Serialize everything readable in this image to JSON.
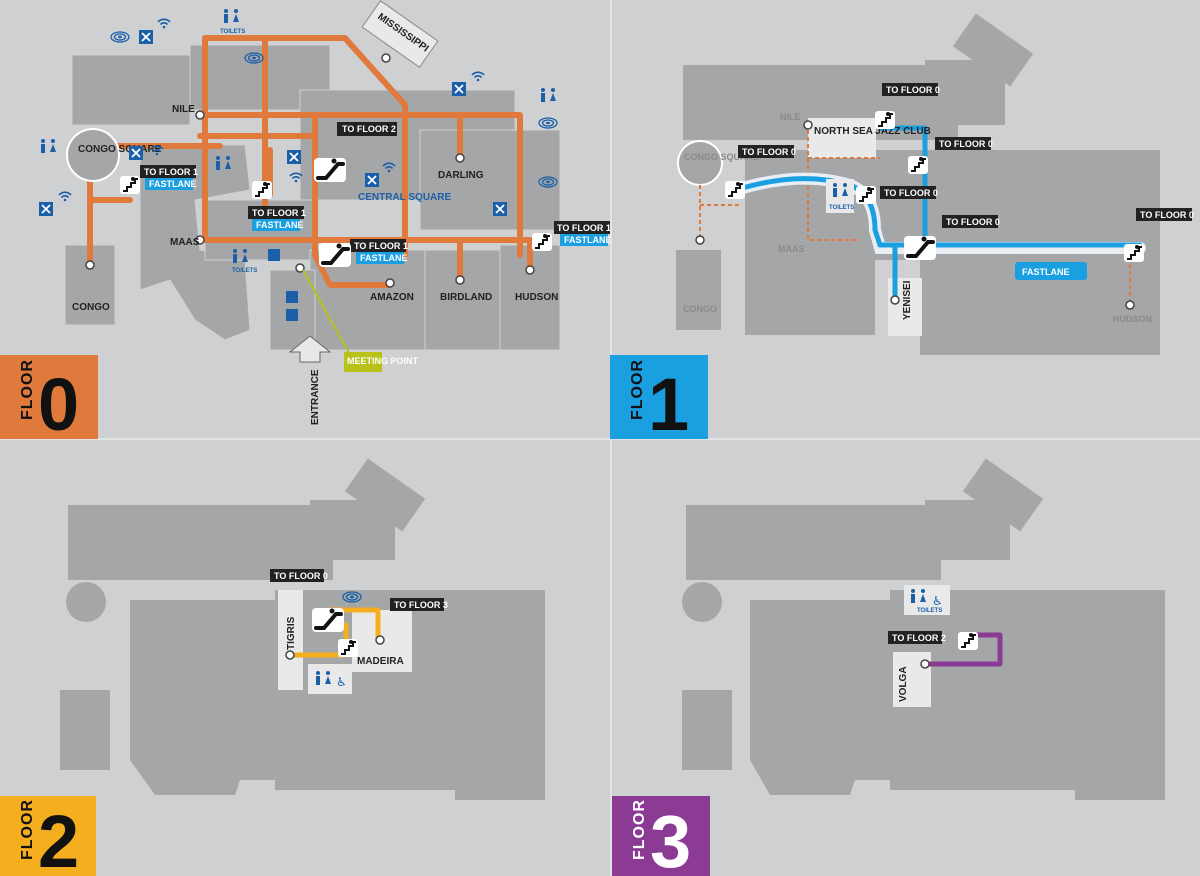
{
  "colors": {
    "background": "#cfd0d2",
    "building": "#a5a6a8",
    "floor0": "#e07a3c",
    "floor1": "#1a9fe0",
    "floor2": "#f5ae1e",
    "floor3": "#8b3b93",
    "icon_blue": "#1a5fa8",
    "meeting_point": "#b9c21a"
  },
  "floors": [
    {
      "id": "floor0",
      "word": "FLOOR",
      "number": "0",
      "rooms": [
        "NILE",
        "CONGO SQUARE",
        "MAAS",
        "CONGO",
        "MISSISSIPPI",
        "CENTRAL SQUARE",
        "DARLING",
        "AMAZON",
        "BIRDLAND",
        "HUDSON"
      ],
      "stairs": [
        "TO FLOOR 2",
        "TO FLOOR 1",
        "TO FLOOR 1",
        "TO FLOOR 1",
        "TO FLOOR 1"
      ],
      "fastlane": [
        "FASTLANE",
        "FASTLANE",
        "FASTLANE",
        "FASTLANE"
      ],
      "meeting_point": "MEETING POINT",
      "entrance": "ENTRANCE",
      "amenities": [
        "TOILETS",
        "FREE WIFI"
      ]
    },
    {
      "id": "floor1",
      "word": "FLOOR",
      "number": "1",
      "rooms": [
        "NILE",
        "CONGO SQUARE",
        "NORTH SEA JAZZ CLUB",
        "MAAS",
        "CONGO",
        "YENISEI",
        "HUDSON"
      ],
      "stairs": [
        "TO FLOOR 0",
        "TO FLOOR 0",
        "TO FLOOR 0",
        "TO FLOOR 0",
        "TO FLOOR 0",
        "TO FLOOR 0"
      ],
      "fastlane": "FASTLANE",
      "amenities": [
        "TOILETS"
      ]
    },
    {
      "id": "floor2",
      "word": "FLOOR",
      "number": "2",
      "rooms": [
        "TIGRIS",
        "MADEIRA"
      ],
      "stairs": [
        "TO FLOOR 0",
        "TO FLOOR 3"
      ]
    },
    {
      "id": "floor3",
      "word": "FLOOR",
      "number": "3",
      "rooms": [
        "VOLGA"
      ],
      "stairs": [
        "TO FLOOR 2"
      ],
      "amenities": [
        "TOILETS"
      ]
    }
  ]
}
